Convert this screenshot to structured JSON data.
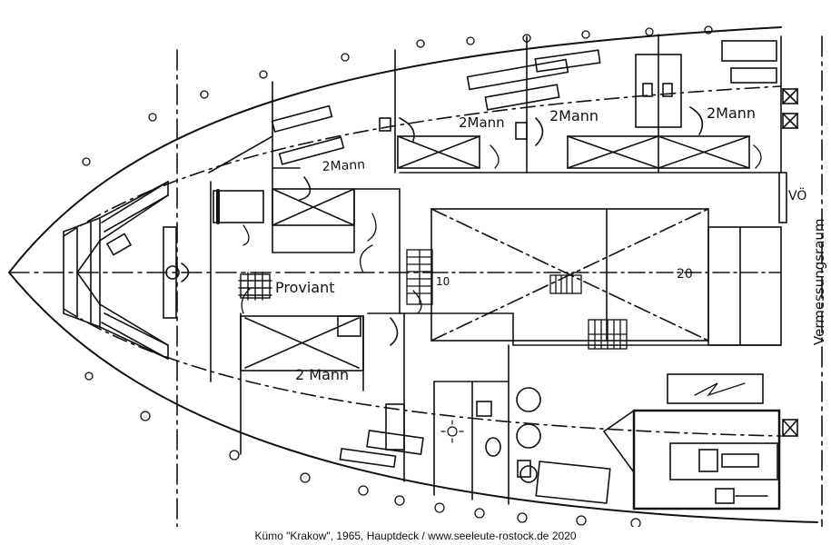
{
  "labels": {
    "two_persons": "2 Mann",
    "two_persons_alt": "2Mann",
    "provisions": "Proviant",
    "survey_room": "Vermessungsraum",
    "vo": "VÖ",
    "num_10": "10",
    "num_20": "20"
  },
  "caption": "Kümo \"Krakow\", 1965, Hauptdeck / www.seeleute-rostock.de 2020"
}
